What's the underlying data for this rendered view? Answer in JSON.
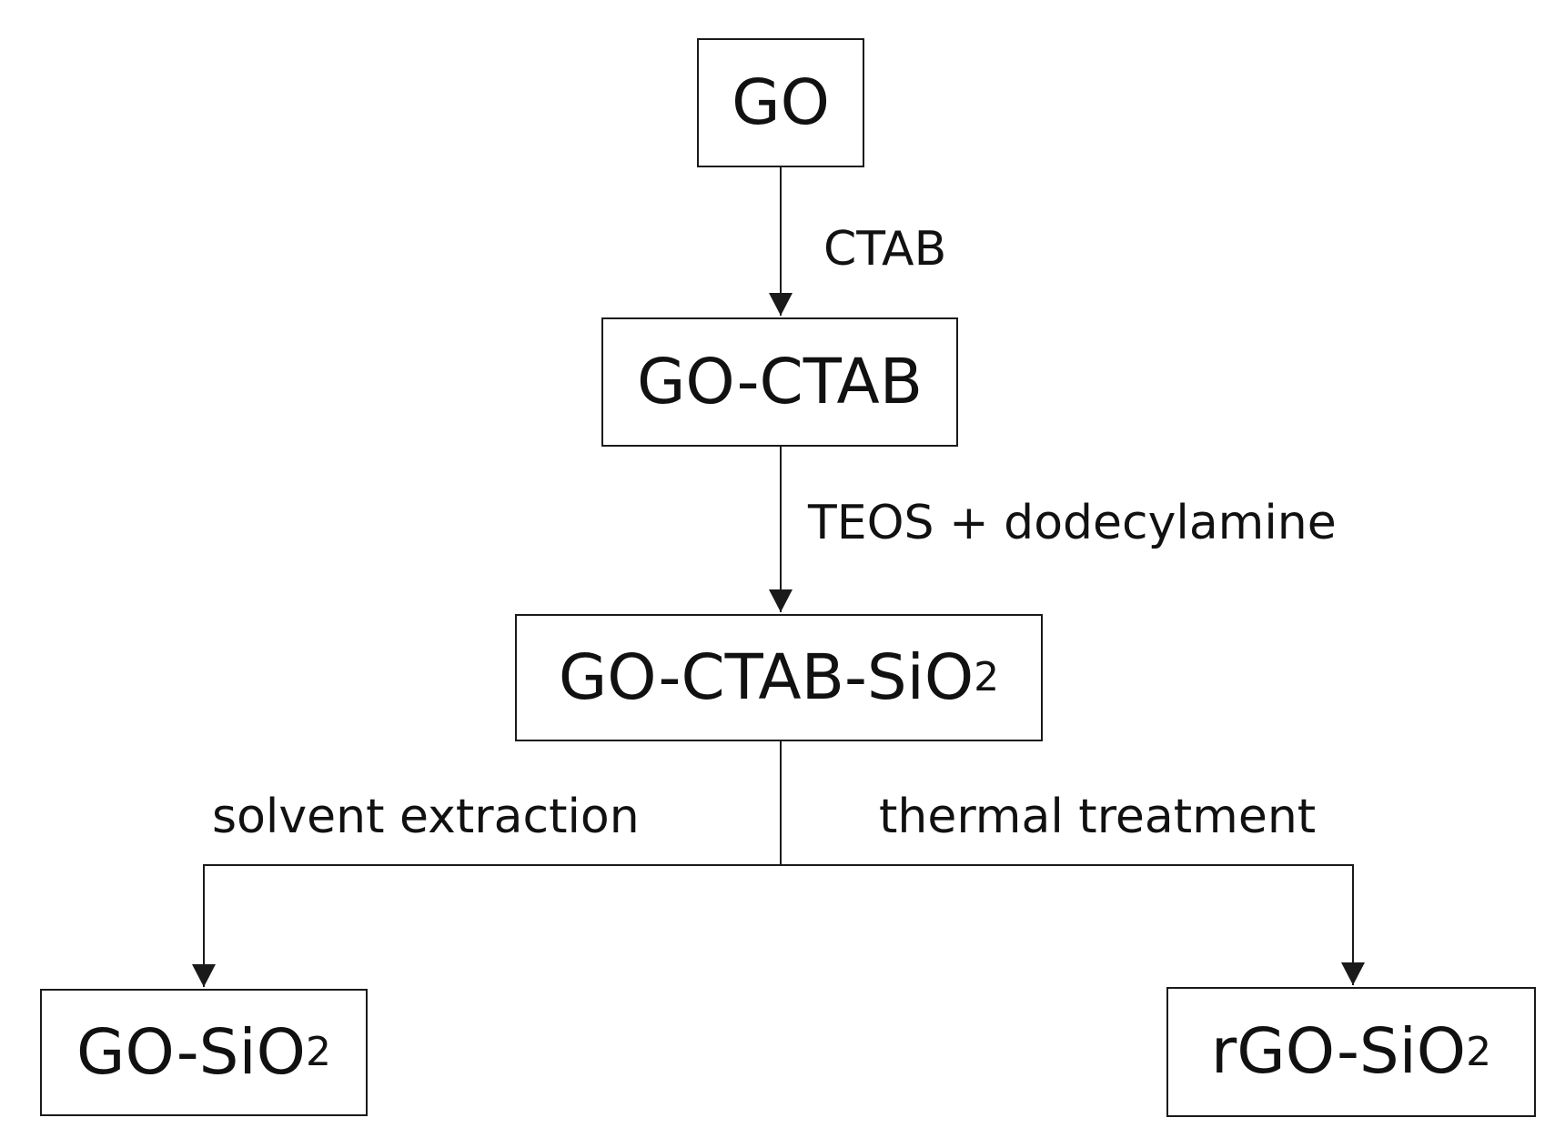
{
  "nodes": {
    "go": {
      "label": "GO"
    },
    "go_ctab": {
      "label": "GO-CTAB"
    },
    "go_ctab_sio2": {
      "label": "GO-CTAB-SiO",
      "subscript": "2"
    },
    "go_sio2": {
      "label": "GO-SiO",
      "subscript": "2"
    },
    "rgo_sio2": {
      "label": "rGO-SiO",
      "subscript": "2"
    }
  },
  "edges": {
    "go_to_go_ctab": {
      "label": "CTAB"
    },
    "go_ctab_to_go_ctab_sio2": {
      "label": "TEOS + dodecylamine"
    },
    "branch_left": {
      "label": "solvent extraction"
    },
    "branch_right": {
      "label": "thermal treatment"
    }
  },
  "colors": {
    "stroke": "#1a1a1a",
    "text": "#111111",
    "background": "#ffffff"
  }
}
